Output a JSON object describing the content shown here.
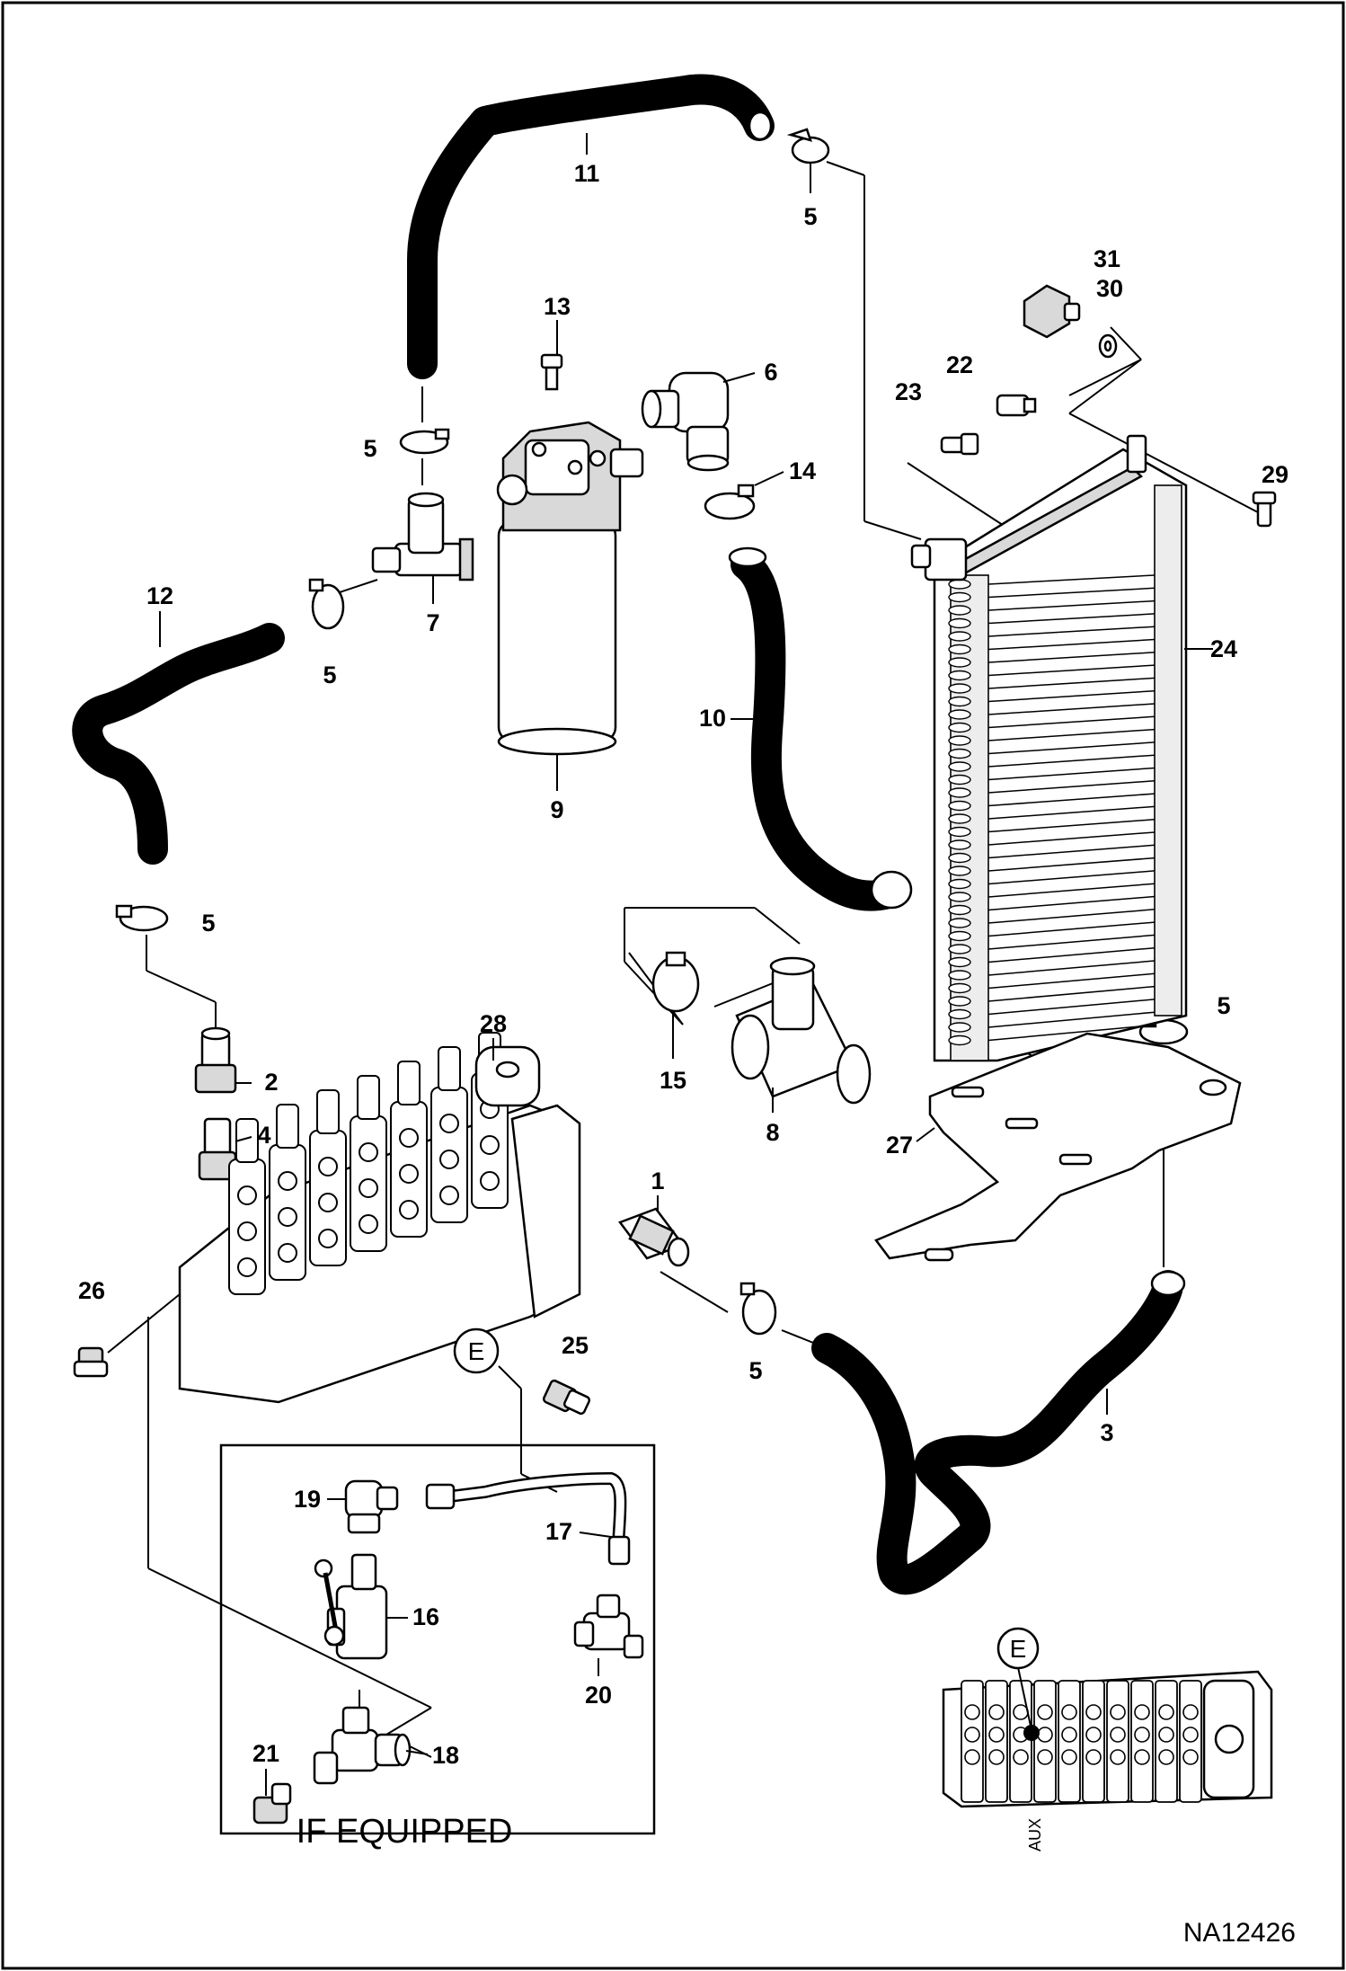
{
  "figure_id": "NA12426",
  "inset_caption": "IF EQUIPPED",
  "reference_callout": "E",
  "valve_label": "AUX",
  "callouts": {
    "c1": "1",
    "c2": "2",
    "c3": "3",
    "c4": "4",
    "c5a": "5",
    "c5b": "5",
    "c5c": "5",
    "c5d": "5",
    "c5e": "5",
    "c5f": "5",
    "c6": "6",
    "c7": "7",
    "c8": "8",
    "c9": "9",
    "c10": "10",
    "c11": "11",
    "c12": "12",
    "c13": "13",
    "c14": "14",
    "c15": "15",
    "c16": "16",
    "c17": "17",
    "c18": "18",
    "c19": "19",
    "c20": "20",
    "c21": "21",
    "c22": "22",
    "c23": "23",
    "c24": "24",
    "c25": "25",
    "c26": "26",
    "c27": "27",
    "c28": "28",
    "c29": "29",
    "c30": "30",
    "c31": "31"
  }
}
